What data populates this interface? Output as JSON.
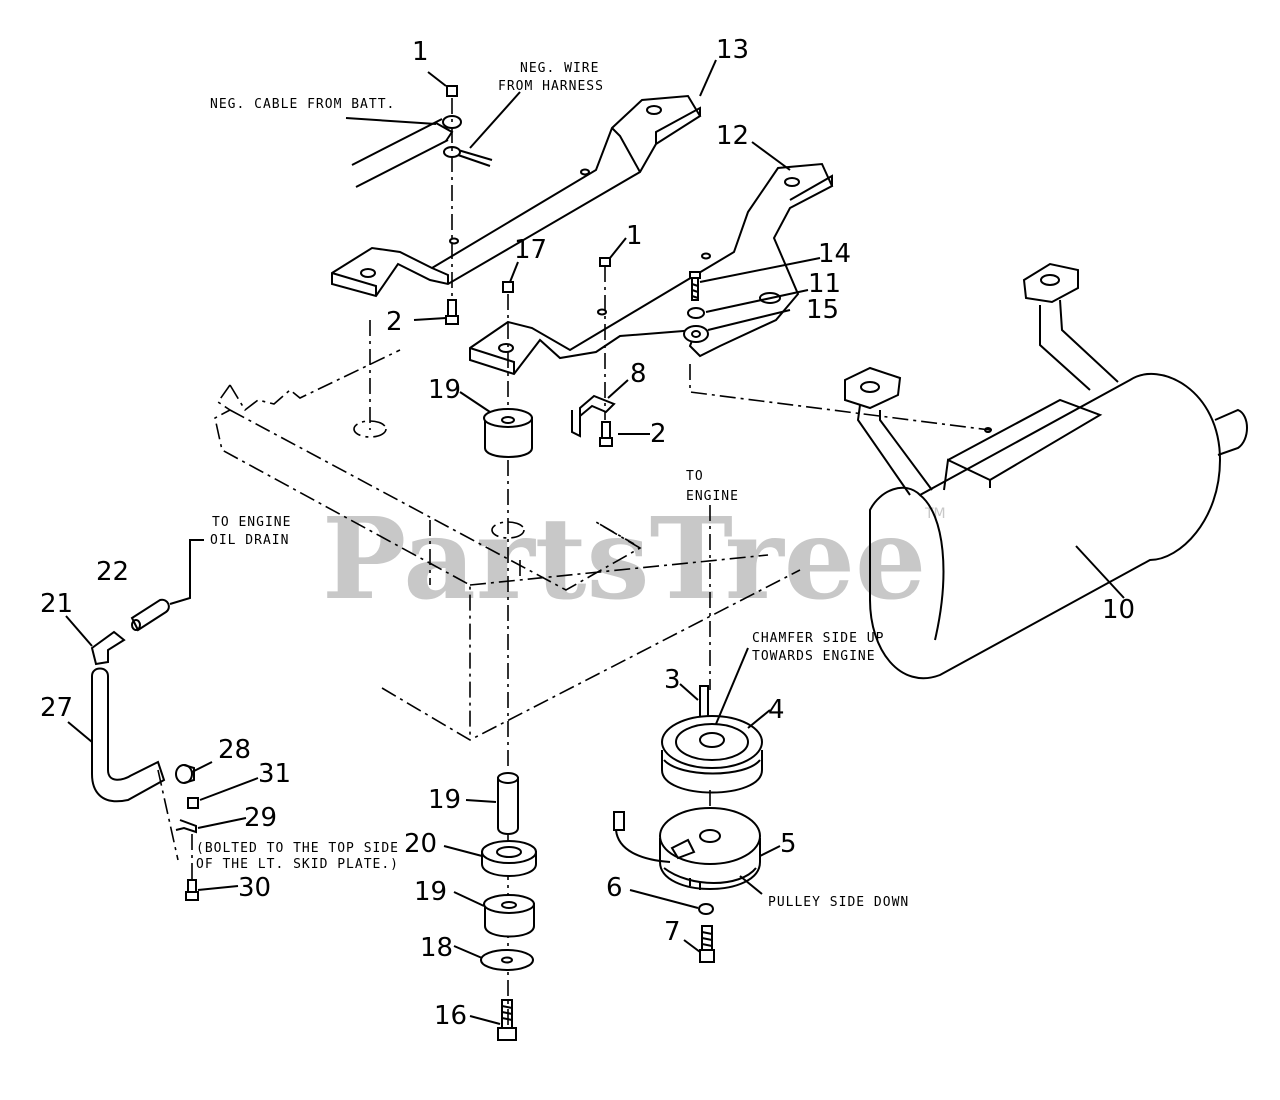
{
  "watermark": {
    "text": "PartsTree",
    "tm": "TM"
  },
  "notes": {
    "neg_cable": "NEG. CABLE FROM BATT.",
    "neg_wire_1": "NEG. WIRE",
    "neg_wire_2": "FROM HARNESS",
    "to_engine_oil_1": "TO ENGINE",
    "to_engine_oil_2": "OIL DRAIN",
    "to_engine_1": "TO",
    "to_engine_2": "ENGINE",
    "chamfer_1": "CHAMFER SIDE UP",
    "chamfer_2": "TOWARDS ENGINE",
    "pulley_side": "PULLEY SIDE DOWN",
    "bolted_1": "(BOLTED TO THE TOP SIDE",
    "bolted_2": "OF THE LT. SKID PLATE.)"
  },
  "callouts": [
    {
      "id": "c1a",
      "label": "1"
    },
    {
      "id": "c13",
      "label": "13"
    },
    {
      "id": "c12",
      "label": "12"
    },
    {
      "id": "c17",
      "label": "17"
    },
    {
      "id": "c1b",
      "label": "1"
    },
    {
      "id": "c14",
      "label": "14"
    },
    {
      "id": "c11",
      "label": "11"
    },
    {
      "id": "c15",
      "label": "15"
    },
    {
      "id": "c2a",
      "label": "2"
    },
    {
      "id": "c19a",
      "label": "19"
    },
    {
      "id": "c8",
      "label": "8"
    },
    {
      "id": "c2b",
      "label": "2"
    },
    {
      "id": "c22",
      "label": "22"
    },
    {
      "id": "c21",
      "label": "21"
    },
    {
      "id": "c27",
      "label": "27"
    },
    {
      "id": "c10",
      "label": "10"
    },
    {
      "id": "c3",
      "label": "3"
    },
    {
      "id": "c4",
      "label": "4"
    },
    {
      "id": "c28",
      "label": "28"
    },
    {
      "id": "c31",
      "label": "31"
    },
    {
      "id": "c29",
      "label": "29"
    },
    {
      "id": "c30",
      "label": "30"
    },
    {
      "id": "c19b",
      "label": "19"
    },
    {
      "id": "c20",
      "label": "20"
    },
    {
      "id": "c19c",
      "label": "19"
    },
    {
      "id": "c18",
      "label": "18"
    },
    {
      "id": "c16",
      "label": "16"
    },
    {
      "id": "c5",
      "label": "5"
    },
    {
      "id": "c6",
      "label": "6"
    },
    {
      "id": "c7",
      "label": "7"
    }
  ]
}
